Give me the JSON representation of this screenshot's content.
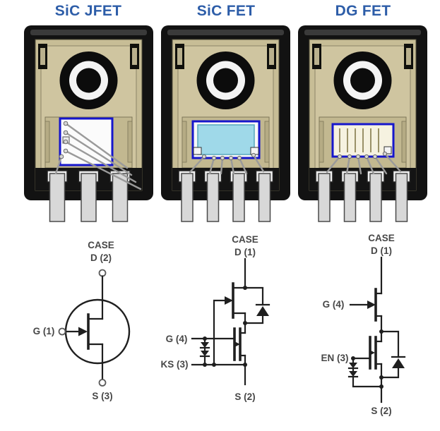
{
  "headers": {
    "titles": [
      "SiC JFET",
      "SiC FET",
      "DG FET"
    ]
  },
  "colors": {
    "header_blue": "#2d5da8",
    "die_outline_blue": "#1616cc",
    "package_tan": "#c7bd96",
    "die_jfet_fill": "#fbfbfb",
    "die_sicfet_frame": "#f8f8f8",
    "die_sicfet_fill": "#9fd9e9",
    "die_dgfet_fill": "#f6f2e0"
  },
  "schematics": {
    "jfet": {
      "case_label": "CASE",
      "drain_label": "D (2)",
      "gate_label": "G (1)",
      "source_label": "S (3)"
    },
    "sicfet": {
      "case_label": "CASE",
      "drain_label": "D (1)",
      "gate_label": "G (4)",
      "kelvin_label": "KS (3)",
      "source_label": "S (2)"
    },
    "dgfet": {
      "case_label": "CASE",
      "drain_label": "D (1)",
      "gate_label": "G (4)",
      "enable_label": "EN (3)",
      "source_label": "S (2)"
    }
  }
}
